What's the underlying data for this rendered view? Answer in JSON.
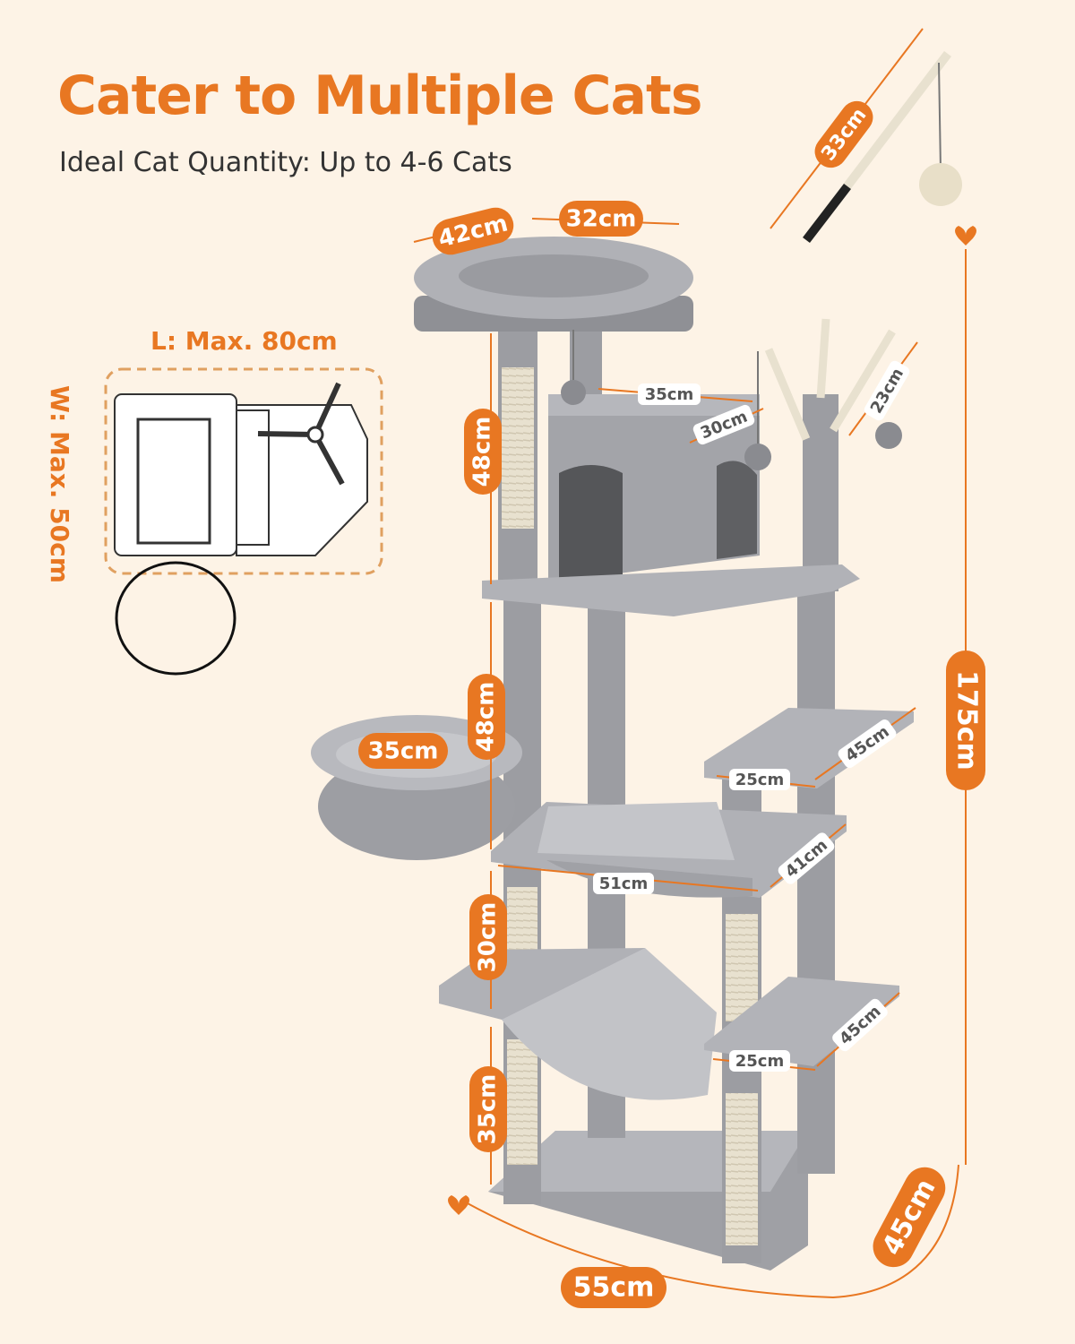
{
  "headline": {
    "title": "Cater to Multiple Cats",
    "subtitle": "Ideal Cat Quantity: Up to 4-6 Cats"
  },
  "footprint": {
    "length_label": "L: Max. 80cm",
    "width_label": "W: Max. 50cm"
  },
  "dimensions": {
    "toy_rod": "33cm",
    "perch_depth": "42cm",
    "perch_width": "32cm",
    "condo_width": "35cm",
    "condo_depth": "30cm",
    "sisal_branch": "23cm",
    "upper_post": "48cm",
    "middle_post": "48cm",
    "basket": "35cm",
    "right_platform_width": "25cm",
    "right_platform_depth": "45cm",
    "hammock_width": "51cm",
    "hammock_depth": "41cm",
    "lower_post": "30cm",
    "lower_platform_width": "25cm",
    "lower_platform_depth": "45cm",
    "bottom_post": "35cm",
    "base_width": "55cm",
    "base_depth": "45cm",
    "total_height": "175cm"
  },
  "colors": {
    "accent": "#e87722",
    "background": "#fdf3e6",
    "plush": "#a6a7ac",
    "sisal": "#e8e1cf"
  }
}
